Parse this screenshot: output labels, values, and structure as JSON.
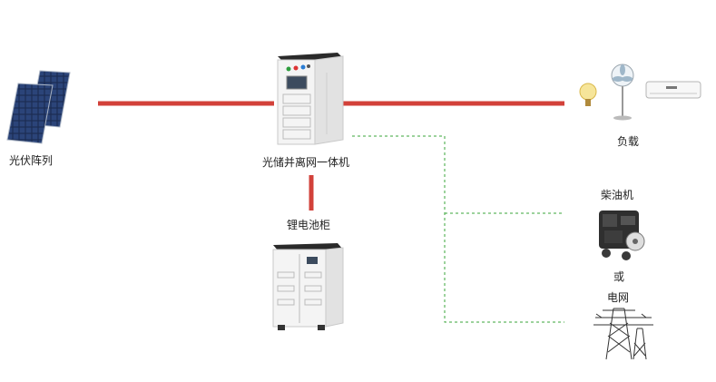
{
  "labels": {
    "pv_array": "光伏阵列",
    "inverter": "光储并离网一体机",
    "battery": "锂电池柜",
    "load": "负载",
    "diesel": "柴油机",
    "or": "或",
    "grid": "电网"
  },
  "colors": {
    "power_line": "#d2413a",
    "dashed_line": "#3aa53a",
    "cabinet_body": "#f3f3f3",
    "cabinet_top": "#2a2a2a"
  }
}
